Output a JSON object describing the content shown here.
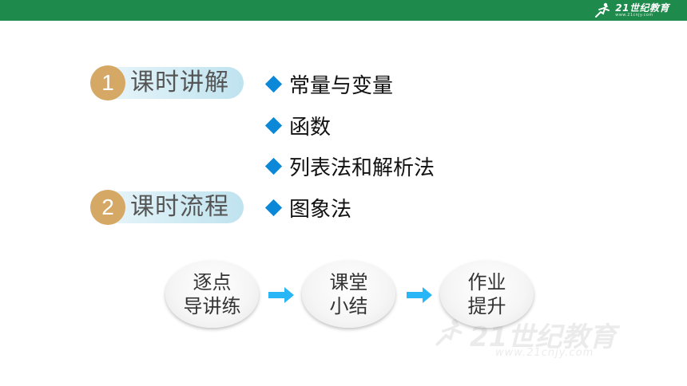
{
  "header": {
    "logo_text": "21世纪教育",
    "logo_url_text": "www.21cnjy.com",
    "bar_color": "#1e8a4c"
  },
  "sections": [
    {
      "number": "1",
      "label": "课时讲解"
    },
    {
      "number": "2",
      "label": "课时流程"
    }
  ],
  "topics": [
    "常量与变量",
    "函数",
    "列表法和解析法",
    "图象法"
  ],
  "steps": [
    {
      "line1": "逐点",
      "line2": "导讲练"
    },
    {
      "line1": "课堂",
      "line2": "小结"
    },
    {
      "line1": "作业",
      "line2": "提升"
    }
  ],
  "watermark": {
    "text": "21世纪教育",
    "url": "www.21cnjy.com"
  },
  "colors": {
    "accent_badge": "#d6a865",
    "diamond": "#0b88d8",
    "arrow": "#29b6f6",
    "pill_light": "#eaf6fa",
    "pill_dark": "#bfe3ef"
  }
}
